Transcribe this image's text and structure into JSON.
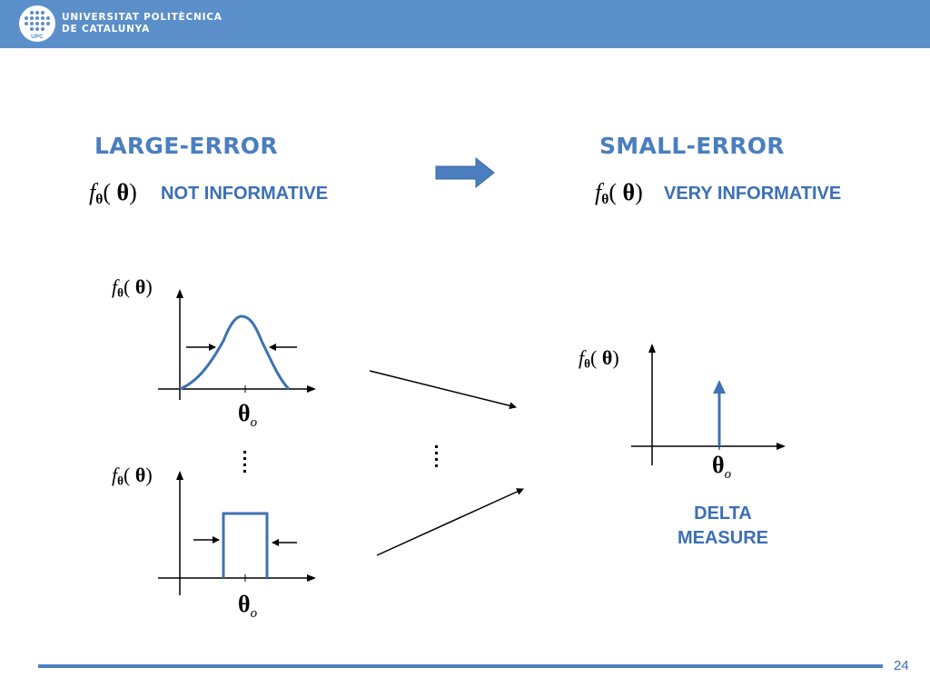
{
  "header": {
    "university_line1": "UNIVERSITAT POLITÈCNICA",
    "university_line2": "DE CATALUNYA",
    "logo_abbr": "UPC",
    "background_color": "#5b8fc9"
  },
  "left": {
    "title": "LARGE-ERROR",
    "caption": "NOT INFORMATIVE"
  },
  "right": {
    "title": "SMALL-ERROR",
    "caption": "VERY INFORMATIVE",
    "delta_line1": "DELTA",
    "delta_line2": "MEASURE"
  },
  "math": {
    "f": "f",
    "sub": "θ",
    "open": "(",
    "theta": "θ",
    "close": ")",
    "theta0_symbol": "θ",
    "theta0_sub": "o"
  },
  "footer": {
    "page_number": "24"
  },
  "colors": {
    "accent": "#4a7ebf",
    "curve": "#3f72b2"
  }
}
